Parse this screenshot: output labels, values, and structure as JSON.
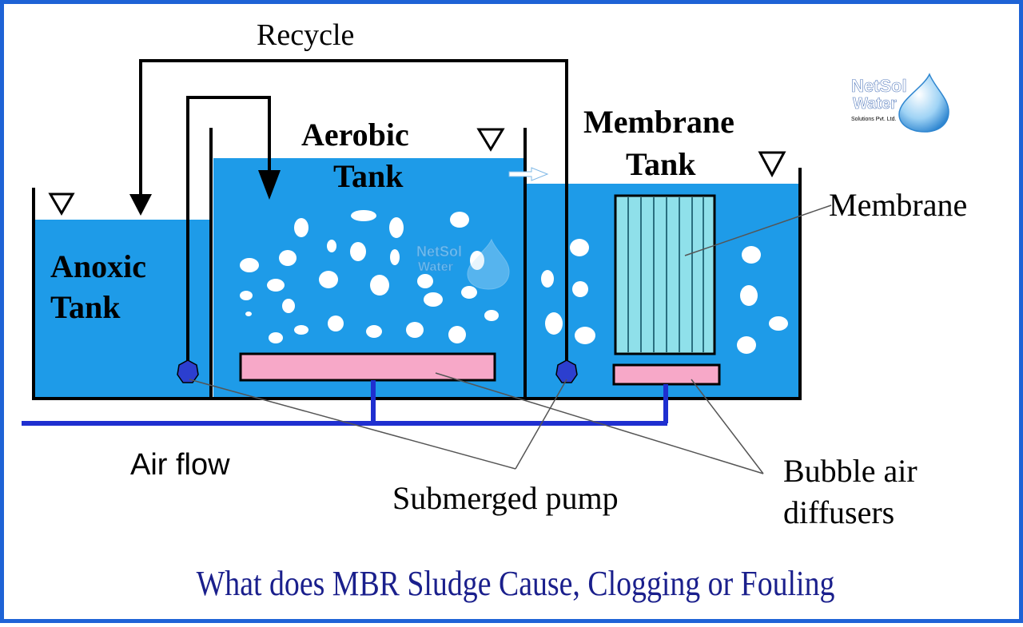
{
  "labels": {
    "recycle": "Recycle",
    "aerobic_line1": "Aerobic",
    "aerobic_line2": "Tank",
    "membrane_tank_line1": "Membrane",
    "membrane_tank_line2": "Tank",
    "anoxic_line1": "Anoxic",
    "anoxic_line2": "Tank",
    "membrane": "Membrane",
    "air_flow": "Air flow",
    "submerged_pump": "Submerged pump",
    "bubble_line1": "Bubble air",
    "bubble_line2": "diffusers"
  },
  "caption": "What does MBR Sludge Cause, Clogging or Fouling",
  "logo": {
    "line1": "NetSol",
    "line2": "Water",
    "line3": "Solutions Pvt. Ltd."
  },
  "colors": {
    "water": "#1e9be8",
    "diffuser": "#f7a8c8",
    "membrane": "#8fe0ea",
    "pipe": "#1f2fd0",
    "pump": "#2c3fcf",
    "frame": "#1e63d6",
    "caption": "#1a1f8c"
  }
}
